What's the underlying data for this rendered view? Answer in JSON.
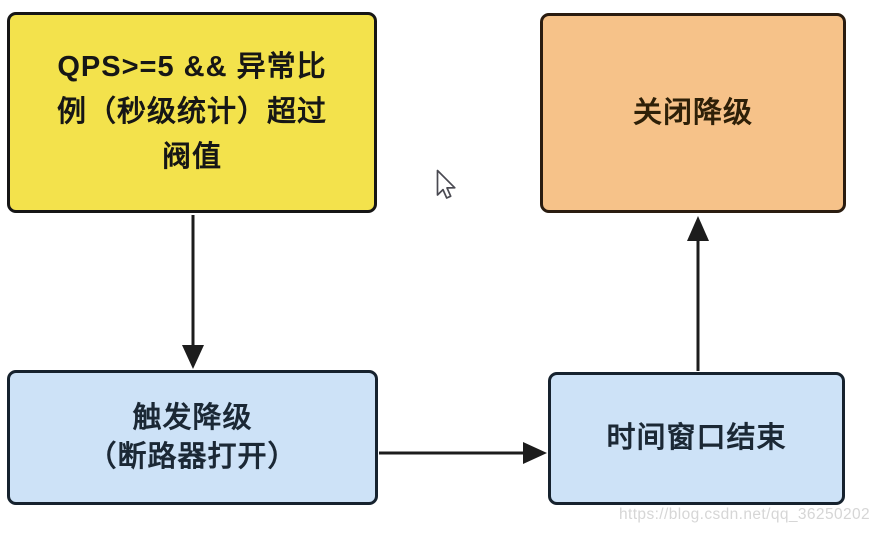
{
  "diagram": {
    "title": "Sentinel degrade (circuit breaker) flow",
    "nodes": {
      "condition": {
        "lines": [
          "QPS>=5 && 异常比",
          "例（秒级统计）超过",
          "阀值"
        ],
        "fill": "#f3e24c",
        "border": "#161616",
        "text_color": "#161616"
      },
      "close_degrade": {
        "lines": [
          "关闭降级"
        ],
        "fill": "#f6c289",
        "border": "#2a1c10",
        "text_color": "#2e2008"
      },
      "trigger_degrade": {
        "lines": [
          "触发降级",
          "（断路器打开）"
        ],
        "fill": "#cde2f7",
        "border": "#16222e",
        "text_color": "#1b2835"
      },
      "time_window_end": {
        "lines": [
          "时间窗口结束"
        ],
        "fill": "#cde2f7",
        "border": "#16222e",
        "text_color": "#1b2835"
      }
    },
    "edges": [
      {
        "from": "condition",
        "to": "trigger_degrade"
      },
      {
        "from": "trigger_degrade",
        "to": "time_window_end"
      },
      {
        "from": "time_window_end",
        "to": "close_degrade"
      }
    ],
    "edge_color": "#1c1c1c"
  },
  "watermark": {
    "text": "https://blog.csdn.net/qq_36250202",
    "color": "#d6d6d6"
  },
  "cursor": {
    "name": "arrow-pointer"
  }
}
